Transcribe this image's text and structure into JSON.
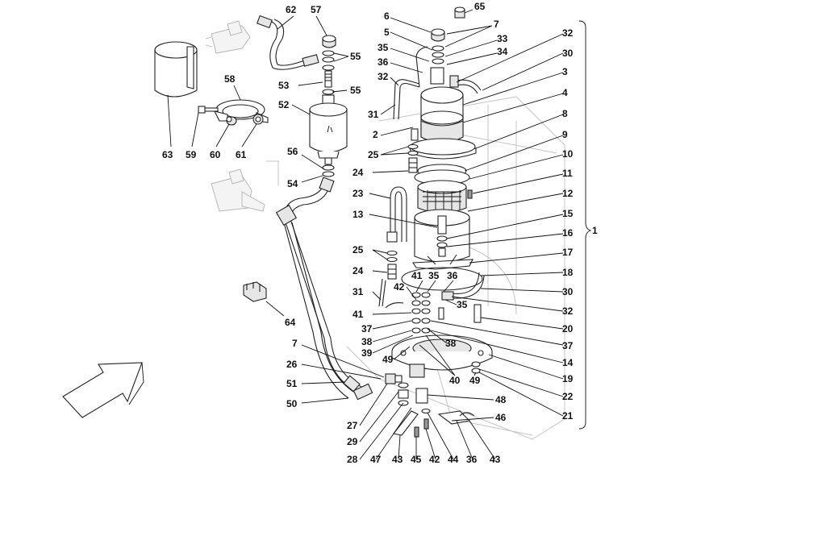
{
  "diagram": {
    "callouts": [
      {
        "id": "c62",
        "text": "62"
      },
      {
        "id": "c57",
        "text": "57"
      },
      {
        "id": "c55a",
        "text": "55"
      },
      {
        "id": "c53",
        "text": "53"
      },
      {
        "id": "c55b",
        "text": "55"
      },
      {
        "id": "c58",
        "text": "58"
      },
      {
        "id": "c52",
        "text": "52"
      },
      {
        "id": "c63",
        "text": "63"
      },
      {
        "id": "c59",
        "text": "59"
      },
      {
        "id": "c60",
        "text": "60"
      },
      {
        "id": "c61",
        "text": "61"
      },
      {
        "id": "c56",
        "text": "56"
      },
      {
        "id": "c54",
        "text": "54"
      },
      {
        "id": "c64",
        "text": "64"
      },
      {
        "id": "c7a",
        "text": "7"
      },
      {
        "id": "c26",
        "text": "26"
      },
      {
        "id": "c51",
        "text": "51"
      },
      {
        "id": "c50",
        "text": "50"
      },
      {
        "id": "c6",
        "text": "6"
      },
      {
        "id": "c65",
        "text": "65"
      },
      {
        "id": "c5",
        "text": "5"
      },
      {
        "id": "c7b",
        "text": "7"
      },
      {
        "id": "c35a",
        "text": "35"
      },
      {
        "id": "c33",
        "text": "33"
      },
      {
        "id": "c36a",
        "text": "36"
      },
      {
        "id": "c34",
        "text": "34"
      },
      {
        "id": "c32a",
        "text": "32"
      },
      {
        "id": "c32b",
        "text": "32"
      },
      {
        "id": "c30a",
        "text": "30"
      },
      {
        "id": "c3",
        "text": "3"
      },
      {
        "id": "c31a",
        "text": "31"
      },
      {
        "id": "c4",
        "text": "4"
      },
      {
        "id": "c2",
        "text": "2"
      },
      {
        "id": "c8",
        "text": "8"
      },
      {
        "id": "c25a",
        "text": "25"
      },
      {
        "id": "c9",
        "text": "9"
      },
      {
        "id": "c24a",
        "text": "24"
      },
      {
        "id": "c10",
        "text": "10"
      },
      {
        "id": "c11",
        "text": "11"
      },
      {
        "id": "c23",
        "text": "23"
      },
      {
        "id": "c12",
        "text": "12"
      },
      {
        "id": "c13",
        "text": "13"
      },
      {
        "id": "c15",
        "text": "15"
      },
      {
        "id": "c16",
        "text": "16"
      },
      {
        "id": "c1",
        "text": "1"
      },
      {
        "id": "c25b",
        "text": "25"
      },
      {
        "id": "c17",
        "text": "17"
      },
      {
        "id": "c24b",
        "text": "24"
      },
      {
        "id": "c18",
        "text": "18"
      },
      {
        "id": "c41a",
        "text": "41"
      },
      {
        "id": "c35b",
        "text": "35"
      },
      {
        "id": "c36b",
        "text": "36"
      },
      {
        "id": "c42a",
        "text": "42"
      },
      {
        "id": "c30b",
        "text": "30"
      },
      {
        "id": "c31b",
        "text": "31"
      },
      {
        "id": "c35c",
        "text": "35"
      },
      {
        "id": "c32c",
        "text": "32"
      },
      {
        "id": "c41b",
        "text": "41"
      },
      {
        "id": "c20",
        "text": "20"
      },
      {
        "id": "c37a",
        "text": "37"
      },
      {
        "id": "c37b",
        "text": "37"
      },
      {
        "id": "c38a",
        "text": "38"
      },
      {
        "id": "c38b",
        "text": "38"
      },
      {
        "id": "c14",
        "text": "14"
      },
      {
        "id": "c39",
        "text": "39"
      },
      {
        "id": "c49a",
        "text": "49"
      },
      {
        "id": "c19",
        "text": "19"
      },
      {
        "id": "c40",
        "text": "40"
      },
      {
        "id": "c49b",
        "text": "49"
      },
      {
        "id": "c22",
        "text": "22"
      },
      {
        "id": "c48",
        "text": "48"
      },
      {
        "id": "c21",
        "text": "21"
      },
      {
        "id": "c46",
        "text": "46"
      },
      {
        "id": "c27",
        "text": "27"
      },
      {
        "id": "c29",
        "text": "29"
      },
      {
        "id": "c28",
        "text": "28"
      },
      {
        "id": "c47",
        "text": "47"
      },
      {
        "id": "c43a",
        "text": "43"
      },
      {
        "id": "c45",
        "text": "45"
      },
      {
        "id": "c42b",
        "text": "42"
      },
      {
        "id": "c44",
        "text": "44"
      },
      {
        "id": "c36c",
        "text": "36"
      },
      {
        "id": "c43b",
        "text": "43"
      }
    ]
  }
}
